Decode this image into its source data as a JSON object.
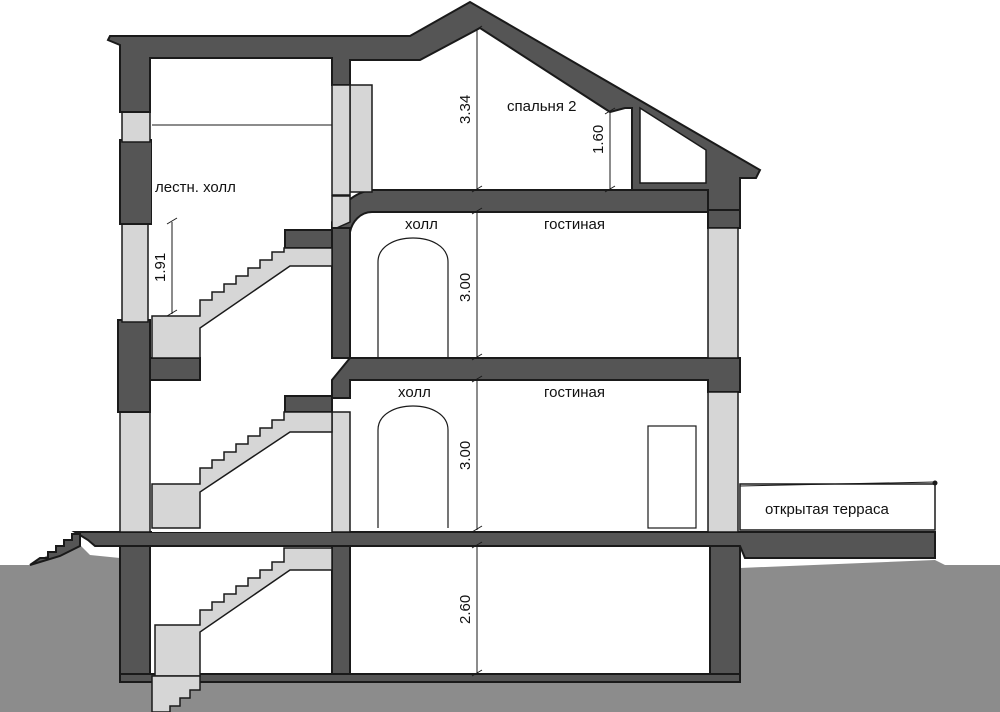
{
  "labels": {
    "stair_hall": "лестн. холл",
    "bedroom2": "спальня 2",
    "hall_2": "холл",
    "living_2": "гостиная",
    "hall_1": "холл",
    "living_1": "гостиная",
    "terrace": "открытая терраса"
  },
  "dimensions": {
    "attic_height": "3.34",
    "bedroom_knee": "1.60",
    "stair_clearance": "1.91",
    "floor2_height": "3.00",
    "floor1_height": "3.00",
    "basement_height": "2.60"
  },
  "colors": {
    "ground": "#8c8c8c",
    "wall": "#555555",
    "light_fill": "#d6d6d6",
    "outline": "#1a1a1a"
  }
}
